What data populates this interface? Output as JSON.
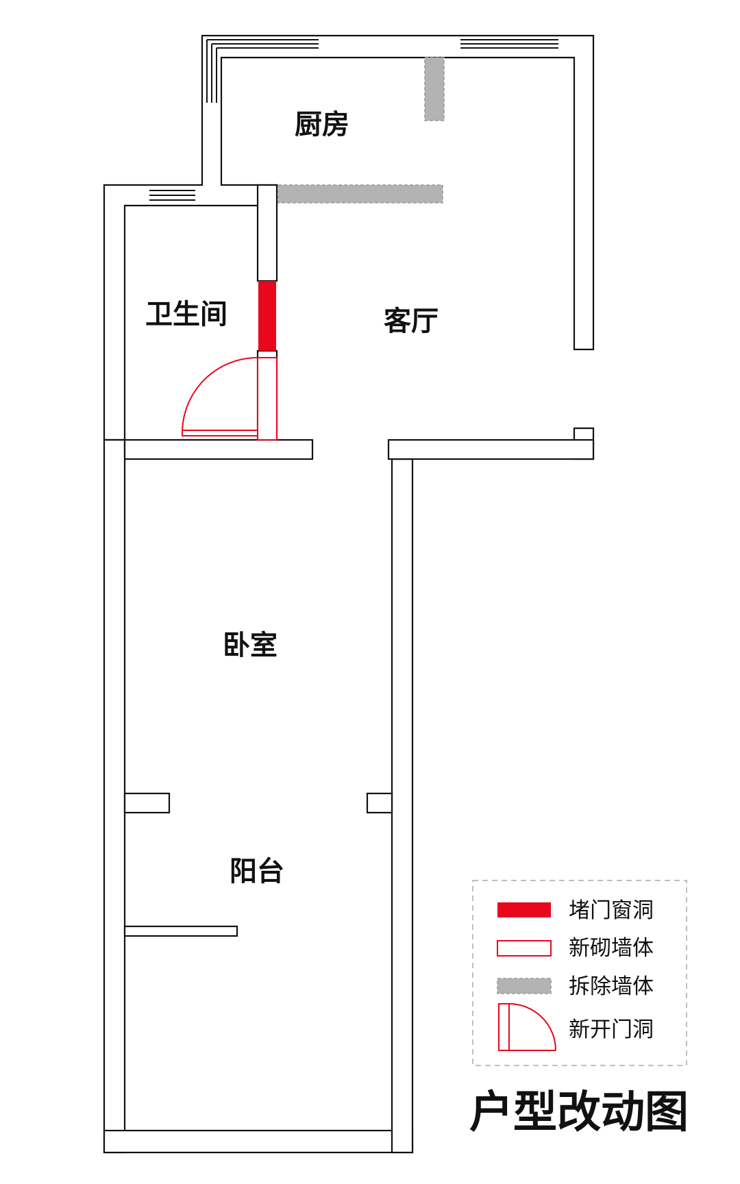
{
  "colors": {
    "blocked": "#e8071c",
    "new_wall": "#e8071c",
    "removed": "#b3b3b3",
    "new_door": "#e8071c",
    "wall_stroke": "#111111"
  },
  "rooms": {
    "kitchen": "厨房",
    "bathroom": "卫生间",
    "living_room": "客厅",
    "bedroom": "卧室",
    "balcony": "阳台"
  },
  "legend": {
    "blocked_opening": "堵门窗洞",
    "new_wall": "新砌墙体",
    "removed_wall": "拆除墙体",
    "new_door_opening": "新开门洞"
  },
  "title": "户型改动图"
}
